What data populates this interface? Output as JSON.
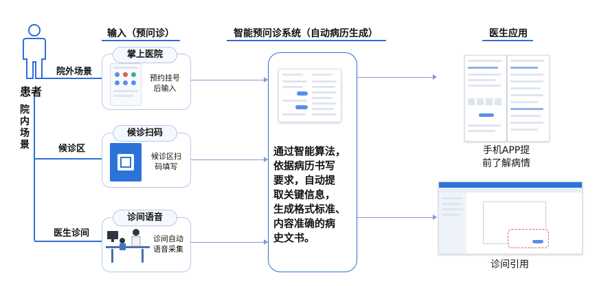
{
  "headers": {
    "input": "输入（预问诊）",
    "system": "智能预问诊系统（自动病历生成）",
    "doctor": "医生应用"
  },
  "patient": {
    "label": "患者",
    "inhospital_label": "院内场景"
  },
  "scenes": {
    "outpatient": "院外场景",
    "waiting": "候诊区",
    "consult": "医生诊间"
  },
  "cards": {
    "mobile": {
      "title": "掌上医院",
      "desc_line1": "预约挂号",
      "desc_line2": "后输入"
    },
    "scan": {
      "title": "候诊扫码",
      "desc_line1": "候诊区扫",
      "desc_line2": "码填写"
    },
    "voice": {
      "title": "诊间语音",
      "desc_line1": "诊间自动",
      "desc_line2": "语音采集"
    }
  },
  "system_text": [
    "通过智能算法，",
    "依据病历书写",
    "要求，自动提",
    "取关键信息，",
    "生成格式标准、",
    "内容准确的病",
    "史文书。"
  ],
  "outputs": {
    "app": {
      "line1": "手机APP提",
      "line2": "前了解病情"
    },
    "emr": "诊间引用"
  },
  "colors": {
    "accent": "#2f6bd8",
    "card_border": "#b5c7e6"
  }
}
